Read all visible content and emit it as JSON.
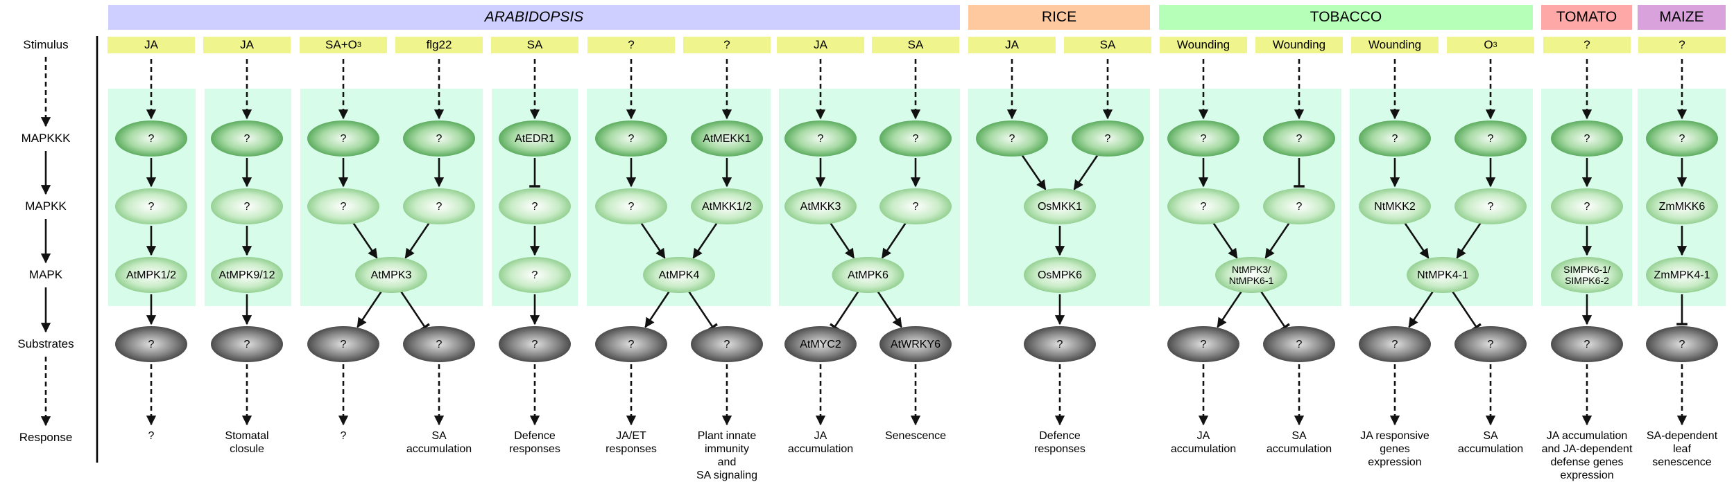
{
  "species": [
    {
      "name": "ARABIDOPSIS",
      "italic": true,
      "color": "#cfcfff"
    },
    {
      "name": "RICE",
      "italic": false,
      "color": "#ffc9a0"
    },
    {
      "name": "TOBACCO",
      "italic": false,
      "color": "#b6ffb9"
    },
    {
      "name": "TOMATO",
      "italic": false,
      "color": "#ffa8a8"
    },
    {
      "name": "MAIZE",
      "italic": false,
      "color": "#d9a2dc"
    }
  ],
  "row_labels": [
    "Stimulus",
    "MAPKKK",
    "MAPKK",
    "MAPK",
    "Substrates",
    "Response"
  ],
  "colors": {
    "stimulus_box": "#eff48d",
    "panel": "#d7fce9",
    "node_green_dark": "#4aa14e",
    "node_green_light": "#f2fbf2",
    "node_grey_dark": "#3c3c3c",
    "node_grey_light": "#e0e0e0",
    "arrow": "#111111"
  },
  "columns": [
    {
      "stimulus": "JA",
      "mapkkk": "?",
      "mapkk": "?",
      "mapk": "AtMPK1/2",
      "substrate": "?",
      "response": "?"
    },
    {
      "stimulus": "JA",
      "mapkkk": "?",
      "mapkk": "?",
      "mapk": "AtMPK9/12",
      "substrate": "?",
      "response": "Stomatal\nclosule"
    },
    {
      "stimulus": "SA+O",
      "stimulus_sub": "3",
      "mapkkk": "?",
      "mapkk": "?",
      "substrate": "?",
      "response": "?"
    },
    {
      "stimulus": "flg22",
      "mapkkk": "?",
      "mapkk": "?",
      "substrate": "?",
      "response": "SA\naccumulation"
    },
    {
      "stimulus": "SA",
      "mapkkk": "AtEDR1",
      "mapkk": "?",
      "mapk": "?",
      "substrate": "?",
      "response": "Defence\nresponses"
    },
    {
      "stimulus": "?",
      "mapkkk": "?",
      "mapkk": "?",
      "substrate": "?",
      "response": "JA/ET\nresponses"
    },
    {
      "stimulus": "?",
      "mapkkk": "AtMEKK1",
      "mapkk": "AtMKK1/2",
      "substrate": "?",
      "response": "Plant innate\nimmunity\nand\nSA signaling"
    },
    {
      "stimulus": "JA",
      "mapkkk": "?",
      "mapkk": "AtMKK3",
      "substrate": "AtMYC2",
      "response": "JA\naccumulation"
    },
    {
      "stimulus": "SA",
      "mapkkk": "?",
      "mapkk": "?",
      "substrate": "AtWRKY6",
      "response": "Senescence"
    },
    {
      "stimulus": "JA",
      "mapkkk": "?"
    },
    {
      "stimulus": "SA",
      "mapkkk": "?"
    },
    {
      "stimulus": "Wounding",
      "mapkkk": "?",
      "mapkk": "?",
      "substrate": "?",
      "response": "JA\naccumulation"
    },
    {
      "stimulus": "Wounding",
      "mapkkk": "?",
      "mapkk": "?",
      "substrate": "?",
      "response": "SA\naccumulation"
    },
    {
      "stimulus": "Wounding",
      "mapkkk": "?",
      "mapkk": "NtMKK2",
      "substrate": "?",
      "response": "JA responsive\ngenes\nexpression"
    },
    {
      "stimulus": "O",
      "stimulus_sub": "3",
      "mapkkk": "?",
      "mapkk": "?",
      "substrate": "?",
      "response": "SA\naccumulation"
    },
    {
      "stimulus": "?",
      "mapkkk": "?",
      "mapkk": "?",
      "mapk": "SIMPK6-1/\nSIMPK6-2",
      "substrate": "?",
      "response": "JA accumulation\nand JA-dependent\ndefense genes\nexpression"
    },
    {
      "stimulus": "?",
      "mapkkk": "?",
      "mapkk": "ZmMKK6",
      "mapk": "ZmMPK4-1",
      "substrate": "?",
      "response": "SA-dependent\nleaf\nsenescence"
    }
  ],
  "merged": {
    "atmpk3": "AtMPK3",
    "atmpk4": "AtMPK4",
    "atmpk6": "AtMPK6",
    "osmkk1": "OsMKK1",
    "osmpk6": "OsMPK6",
    "osresponse": "Defence\nresponses",
    "ntmpk3": "NtMPK3/\nNtMPK6-1",
    "ntmpk4": "NtMPK4-1"
  }
}
